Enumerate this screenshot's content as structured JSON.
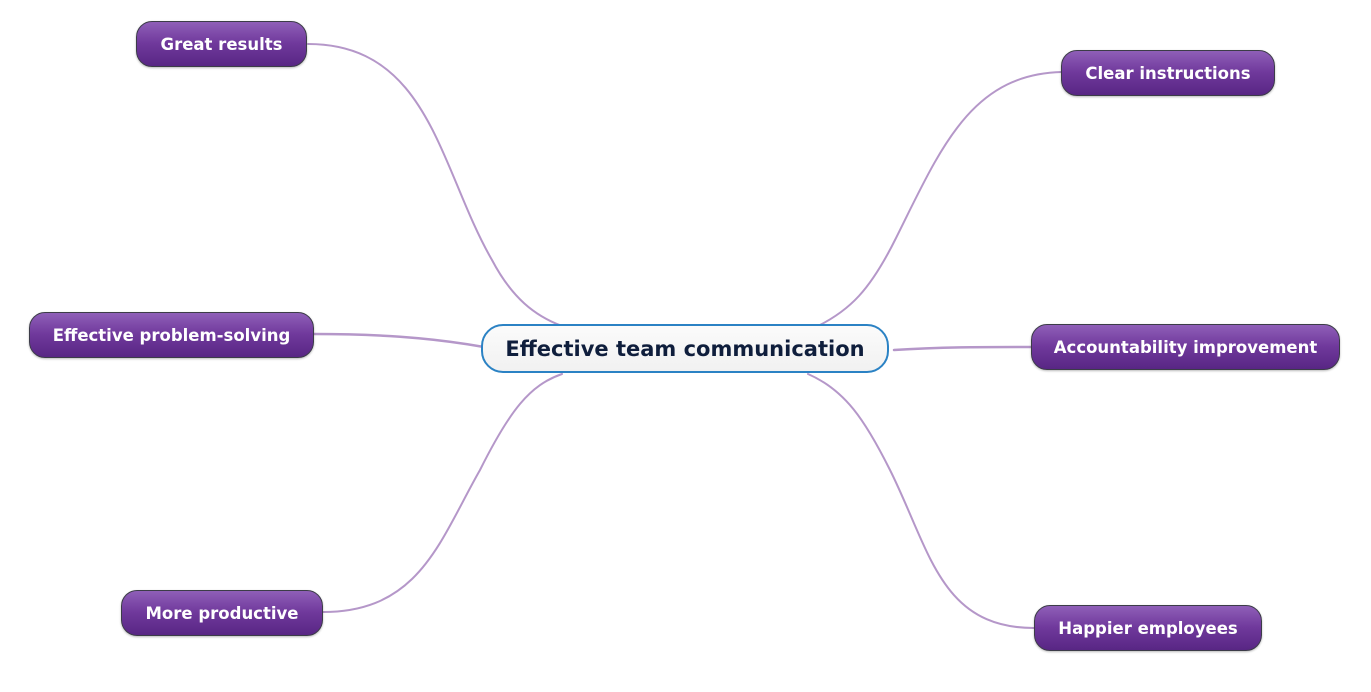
{
  "center": {
    "label": "Effective team communication"
  },
  "topics": [
    {
      "id": "great-results",
      "label": "Great results"
    },
    {
      "id": "effective-problem-solving",
      "label": "Effective problem-solving"
    },
    {
      "id": "more-productive",
      "label": "More productive"
    },
    {
      "id": "clear-instructions",
      "label": "Clear instructions"
    },
    {
      "id": "accountability-improvement",
      "label": "Accountability improvement"
    },
    {
      "id": "happier-employees",
      "label": "Happier employees"
    }
  ],
  "colors": {
    "topic_fill": "#70399c",
    "topic_border": "#3c3c48",
    "central_border": "#2b82c4",
    "connector": "#b597c9",
    "central_text": "#0f1e3c"
  }
}
